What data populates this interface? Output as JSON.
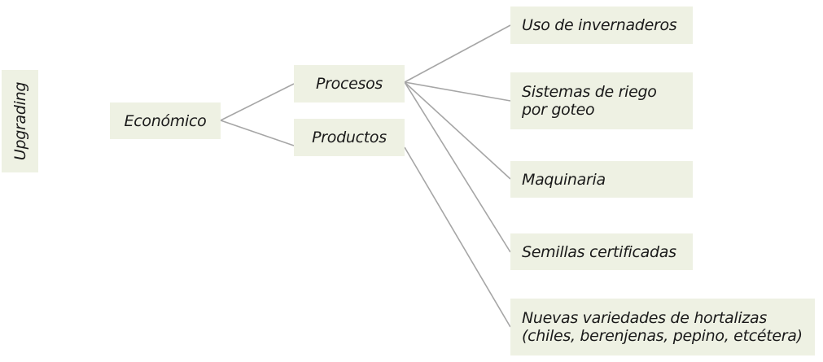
{
  "diagram": {
    "root": {
      "label": "Upgrading"
    },
    "level1": {
      "label": "Económico"
    },
    "level2": [
      {
        "label": "Procesos"
      },
      {
        "label": "Productos"
      }
    ],
    "leaves": [
      {
        "lines": [
          "Uso de invernaderos"
        ]
      },
      {
        "lines": [
          "Sistemas de riego",
          "por goteo"
        ]
      },
      {
        "lines": [
          "Maquinaria"
        ]
      },
      {
        "lines": [
          "Semillas certificadas"
        ]
      },
      {
        "lines": [
          "Nuevas variedades de hortalizas",
          "(chiles, berenjenas, pepino, etcétera)"
        ]
      }
    ],
    "colors": {
      "box_fill": "#eef1e3",
      "connector": "#a6a6a6",
      "text": "#1a1a1a"
    }
  }
}
